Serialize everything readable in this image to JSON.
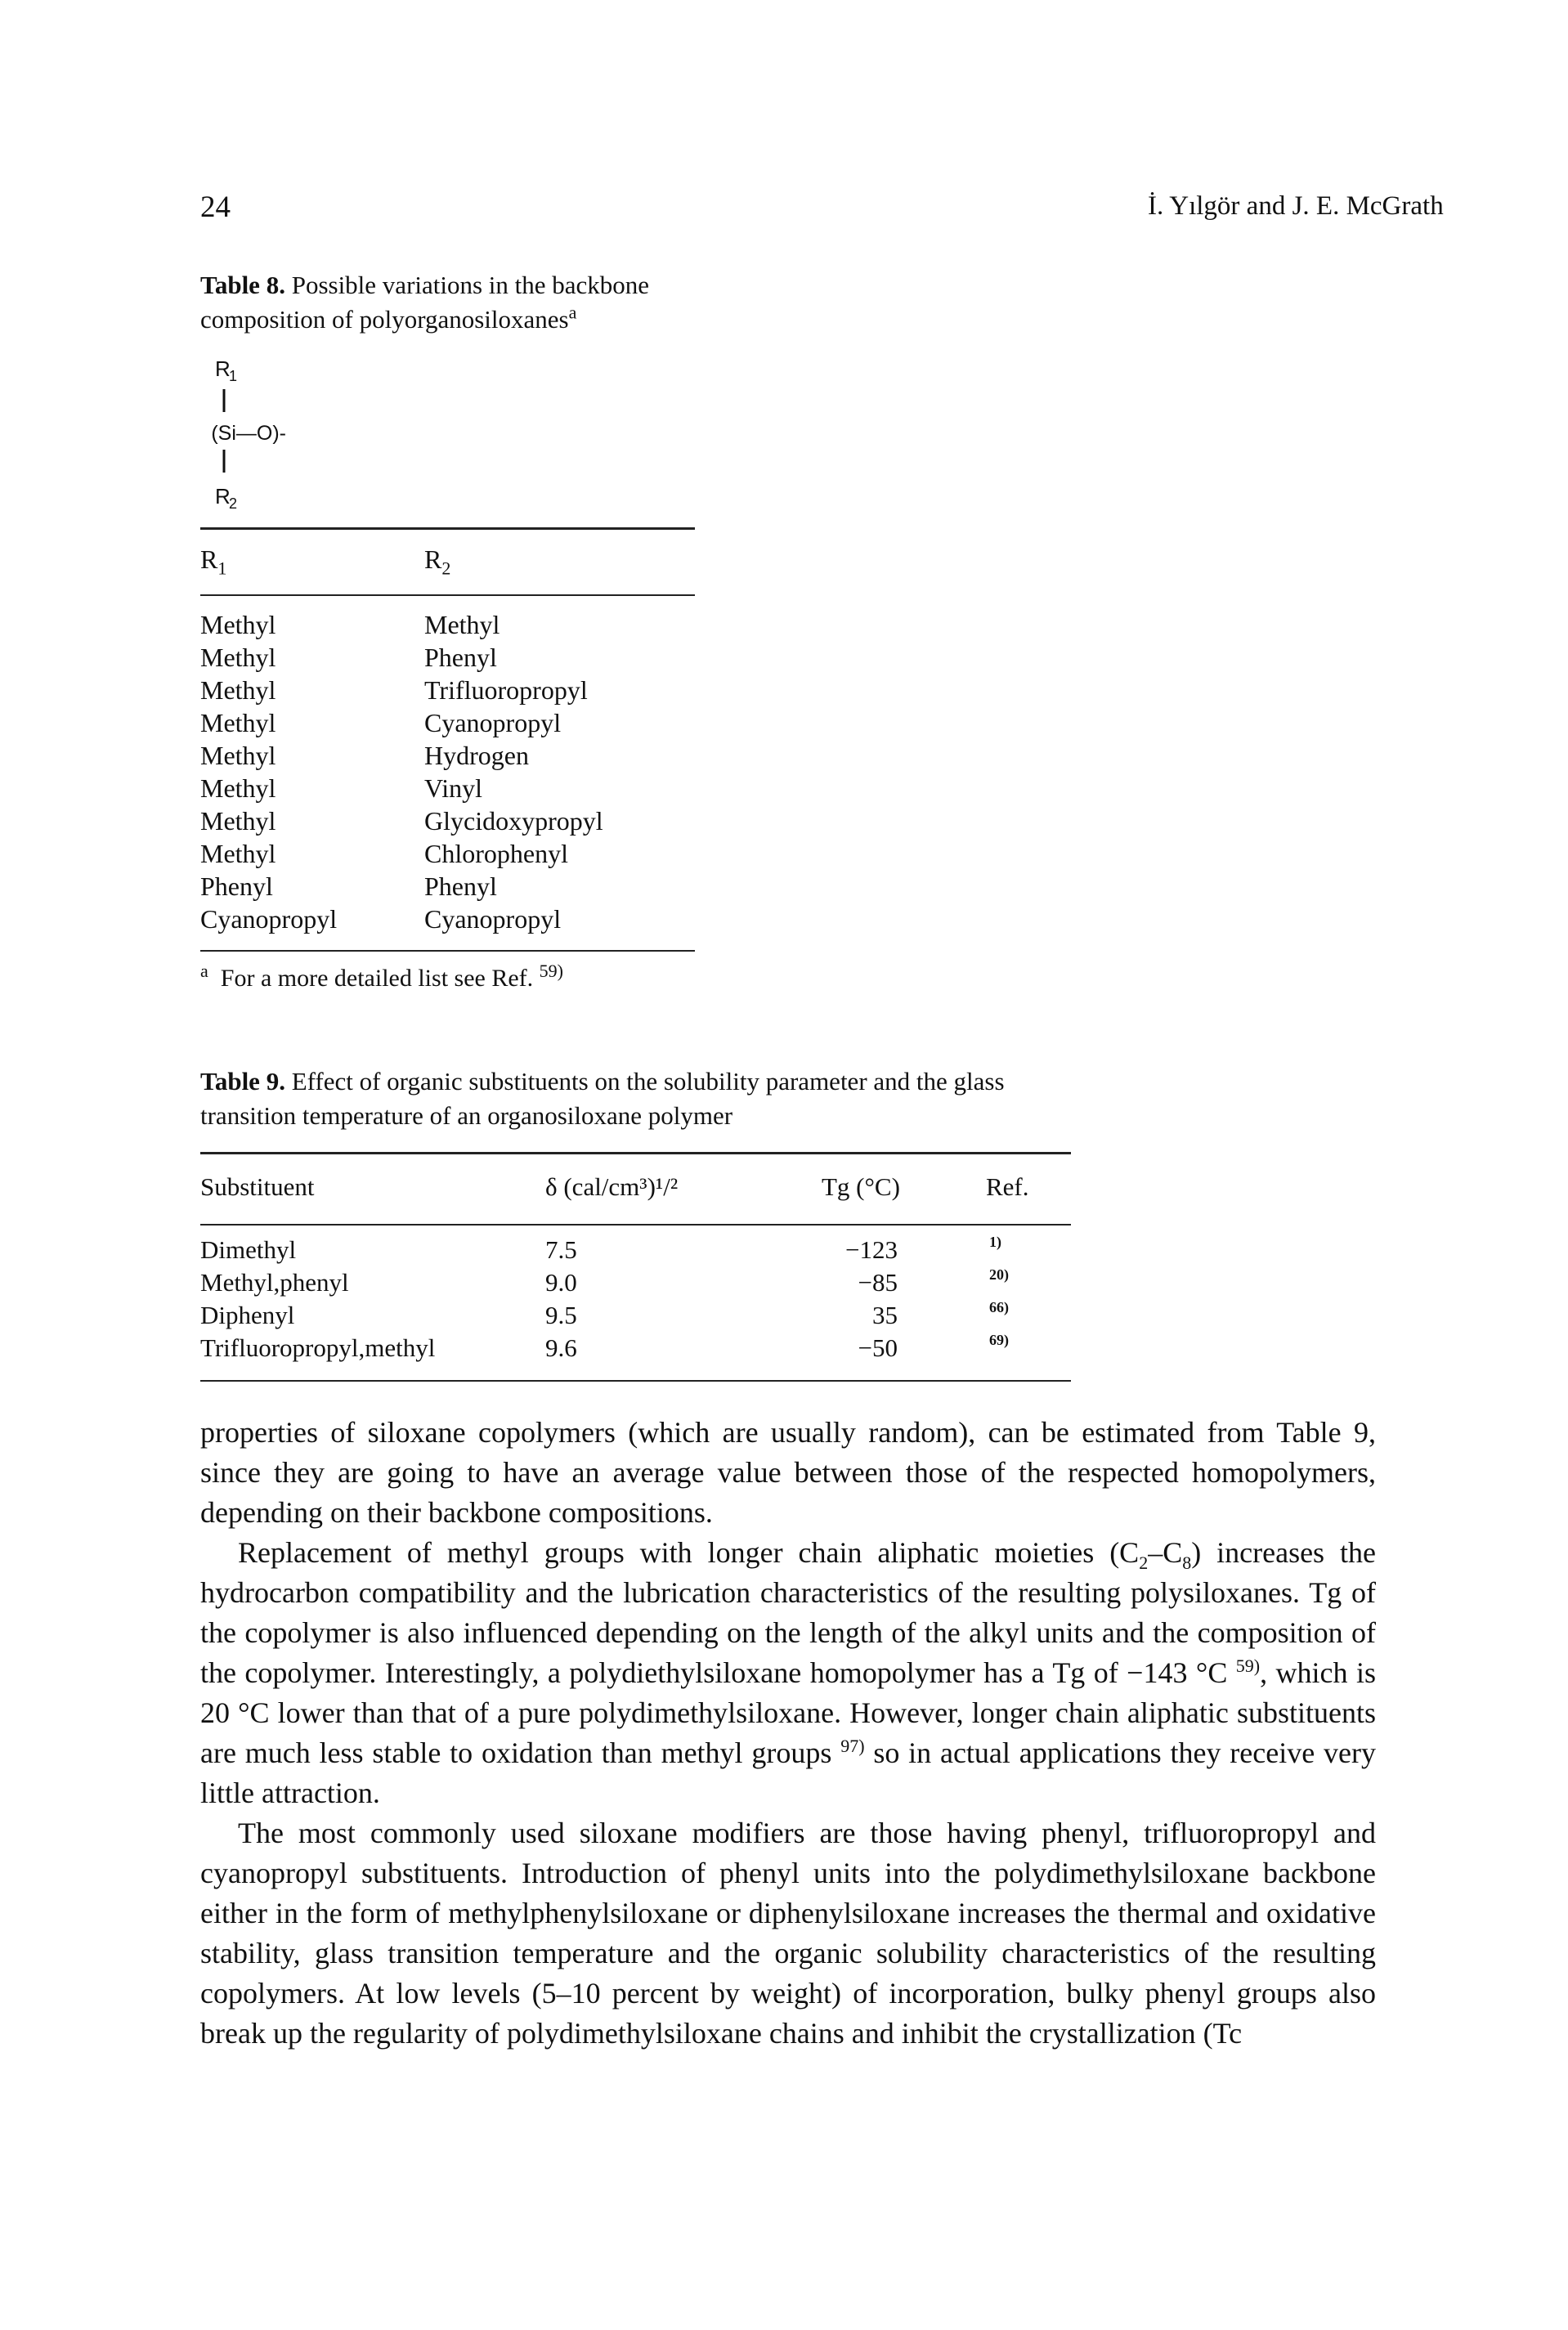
{
  "header": {
    "page_number": "24",
    "authors": "İ. Yılgör and J. E. McGrath"
  },
  "table8": {
    "label": "Table 8.",
    "caption": "Possible variations in the backbone composition of polyorganosiloxanes",
    "caption_note_mark": "a",
    "structure": {
      "r1": "R1",
      "unit": "-(Si—O)-",
      "r2": "R2"
    },
    "col_r1": "R",
    "col_r1_sub": "1",
    "col_r2": "R",
    "col_r2_sub": "2",
    "rows": [
      {
        "r1": "Methyl",
        "r2": "Methyl"
      },
      {
        "r1": "Methyl",
        "r2": "Phenyl"
      },
      {
        "r1": "Methyl",
        "r2": "Trifluoropropyl"
      },
      {
        "r1": "Methyl",
        "r2": "Cyanopropyl"
      },
      {
        "r1": "Methyl",
        "r2": "Hydrogen"
      },
      {
        "r1": "Methyl",
        "r2": "Vinyl"
      },
      {
        "r1": "Methyl",
        "r2": "Glycidoxypropyl"
      },
      {
        "r1": "Methyl",
        "r2": "Chlorophenyl"
      },
      {
        "r1": "Phenyl",
        "r2": "Phenyl"
      },
      {
        "r1": "Cyanopropyl",
        "r2": "Cyanopropyl"
      }
    ],
    "footnote_mark": "a",
    "footnote": "For a more detailed list see Ref.",
    "footnote_ref": "59)"
  },
  "table9": {
    "label": "Table 9.",
    "caption": "Effect of organic substituents on the solubility parameter and the glass transition temperature of an organosiloxane polymer",
    "col_substituent": "Substituent",
    "col_delta": "δ (cal/cm³)¹/²",
    "col_tg": "Tg (°C)",
    "col_ref": "Ref.",
    "rows": [
      {
        "substituent": "Dimethyl",
        "delta": "7.5",
        "tg": "−123",
        "ref": "1)"
      },
      {
        "substituent": "Methyl,phenyl",
        "delta": "9.0",
        "tg": "−85",
        "ref": "20)"
      },
      {
        "substituent": "Diphenyl",
        "delta": "9.5",
        "tg": "35",
        "ref": "66)"
      },
      {
        "substituent": "Trifluoropropyl,methyl",
        "delta": "9.6",
        "tg": "−50",
        "ref": "69)"
      }
    ]
  },
  "body": {
    "p1": "properties of siloxane copolymers (which are usually random), can be estimated from Table 9, since they are going to have an average value between those of the respected homopolymers, depending on their backbone compositions.",
    "p2_a": "Replacement of methyl groups with longer chain aliphatic moieties (C",
    "p2_sub1": "2",
    "p2_b": "–C",
    "p2_sub2": "8",
    "p2_c": ") increases the hydrocarbon compatibility and the lubrication characteristics of the resulting polysiloxanes. Tg of the copolymer is also influenced depending on the length of the alkyl units and the composition of the copolymer. Interestingly, a polydiethylsiloxane homopolymer has a Tg of −143 °C ",
    "p2_ref1": "59)",
    "p2_d": ", which is 20 °C lower than that of a pure polydimethylsiloxane. However, longer chain aliphatic substituents are much less stable to oxidation than methyl groups ",
    "p2_ref2": "97)",
    "p2_e": " so in actual applications they receive very little attraction.",
    "p3": "The most commonly used siloxane modifiers are those having phenyl, trifluoropropyl and cyanopropyl substituents. Introduction of phenyl units into the polydimethylsiloxane backbone either in the form of methylphenylsiloxane or diphenylsiloxane increases the thermal and oxidative stability, glass transition temperature and the organic solubility characteristics of the resulting copolymers. At low levels (5–10 percent by weight) of incorporation, bulky phenyl groups also break up the regularity of polydimethylsiloxane chains and inhibit the crystallization (Tc"
  }
}
